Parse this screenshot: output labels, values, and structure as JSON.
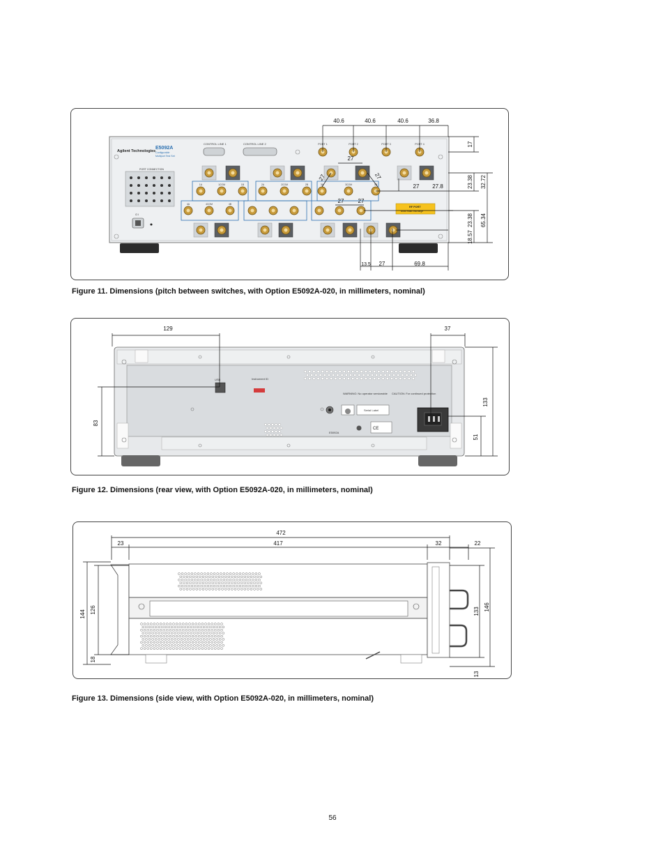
{
  "figures": [
    {
      "caption": "Figure 11. Dimensions (pitch between switches, with Option E5092A-020, in millimeters, nominal)",
      "brand": "Agilent Technologies",
      "model": "E5092A",
      "model_sub1": "Configurable",
      "model_sub2": "Multiport Test Set",
      "control1": "CONTROL LINE 1",
      "control2": "CONTROL LINE 2",
      "port_conn": "PORT CONNECTION",
      "port_labels": [
        "PORT 1",
        "PORT 2",
        "PORT 3",
        "PORT 4"
      ],
      "group_labels": [
        "1A",
        "1COM",
        "1B",
        "2A",
        "2COM",
        "2B",
        "3A",
        "3COM",
        "3B",
        "4A",
        "4COM",
        "4B"
      ],
      "warn1": "RF PORT",
      "warn2": "Avoid Static Discharge",
      "dims": {
        "top": [
          "40.6",
          "40.6",
          "40.6",
          "36.8"
        ],
        "right": [
          "17",
          "23.38",
          "32.72",
          "23.38",
          "65.34",
          "18.57"
        ],
        "inner": [
          "27",
          "27",
          "27",
          "27",
          "27",
          "27",
          "27.8"
        ],
        "bottom": [
          "13.5",
          "27",
          "69.8"
        ]
      }
    },
    {
      "caption": "Figure 12. Dimensions (rear view, with Option E5092A-020, in millimeters, nominal)",
      "usb": "USB",
      "instrument_id": "Instrument ID",
      "warning": "WARNING: No operator serviceable parts inside. Refer servicing to qualified personnel.",
      "caution": "CAUTION: For continued protection against fire hazard, replace only with the same type and rating of fuse as specified for the line voltage being utilized.",
      "serial": "Serial Label",
      "model": "E5092A",
      "dims": {
        "top": [
          "129",
          "37"
        ],
        "left": "83",
        "right": [
          "133",
          "51"
        ]
      }
    },
    {
      "caption": "Figure 13. Dimensions (side view, with Option E5092A-020, in millimeters, nominal)",
      "dims": {
        "overall": "472",
        "top": [
          "23",
          "417",
          "32",
          "22"
        ],
        "left": [
          "144",
          "126",
          "18"
        ],
        "right": [
          "133",
          "146",
          "13"
        ]
      }
    }
  ],
  "page_number": "56"
}
